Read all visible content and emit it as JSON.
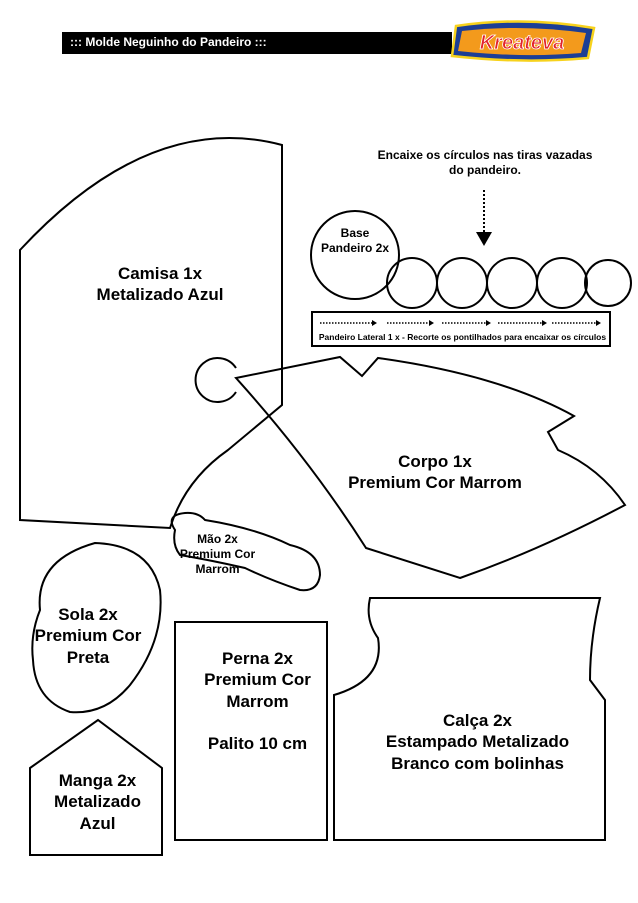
{
  "header": {
    "title": "::: Molde Neguinho do Pandeiro :::",
    "logo_text": "Kreateva"
  },
  "colors": {
    "logo_blue": "#1c3e95",
    "logo_orange": "#f39a1c",
    "logo_yellow": "#f7d21c",
    "logo_red": "#e3222a"
  },
  "note": {
    "line1": "Encaixe os círculos nas tiras vazadas",
    "line2": "do pandeiro."
  },
  "pieces": {
    "camisa": {
      "line1": "Camisa 1x",
      "line2": "Metalizado Azul"
    },
    "base": {
      "line1": "Base",
      "line2": "Pandeiro 2x"
    },
    "lateral": {
      "text": "Pandeiro Lateral 1 x - Recorte os pontilhados para encaixar os círculos"
    },
    "corpo": {
      "line1": "Corpo 1x",
      "line2": "Premium Cor Marrom"
    },
    "mao": {
      "line1": "Mão 2x",
      "line2": "Premium Cor",
      "line3": "Marrom"
    },
    "sola": {
      "line1": "Sola 2x",
      "line2": "Premium Cor",
      "line3": "Preta"
    },
    "perna": {
      "line1": "Perna 2x",
      "line2": "Premium Cor",
      "line3": "Marrom",
      "line4": "Palito 10 cm"
    },
    "calca": {
      "line1": "Calça 2x",
      "line2": "Estampado Metalizado",
      "line3": "Branco com bolinhas"
    },
    "manga": {
      "line1": "Manga 2x",
      "line2": "Metalizado",
      "line3": "Azul"
    }
  }
}
